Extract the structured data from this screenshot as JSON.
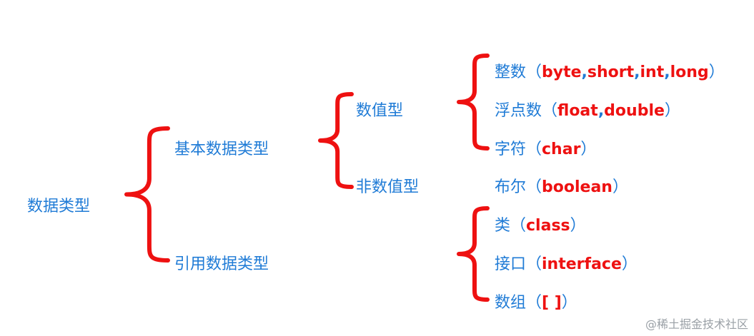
{
  "root": {
    "label": "数据类型"
  },
  "level1": {
    "primitive": "基本数据类型",
    "reference": "引用数据类型"
  },
  "level2": {
    "numeric": "数值型",
    "non_numeric": "非数值型"
  },
  "leaves": [
    {
      "prefix": "整数（",
      "items": [
        "byte",
        "short",
        "int",
        "long"
      ],
      "suffix": "）"
    },
    {
      "prefix": "浮点数（",
      "items": [
        "float",
        "double"
      ],
      "suffix": "）"
    },
    {
      "prefix": "字符（",
      "items": [
        "char"
      ],
      "suffix": "）"
    },
    {
      "prefix": "布尔（",
      "items": [
        "boolean"
      ],
      "suffix": "）"
    },
    {
      "prefix": "类（",
      "items": [
        "class"
      ],
      "suffix": "）"
    },
    {
      "prefix": "接口（",
      "items": [
        "interface"
      ],
      "suffix": "）"
    },
    {
      "prefix": "数组（",
      "items": [
        "[ ]"
      ],
      "suffix": "）"
    }
  ],
  "separator": ",",
  "colors": {
    "text": "#1f7bd6",
    "keyword": "#ee1111",
    "brace": "#ee1111"
  },
  "watermark": "@稀土掘金技术社区"
}
